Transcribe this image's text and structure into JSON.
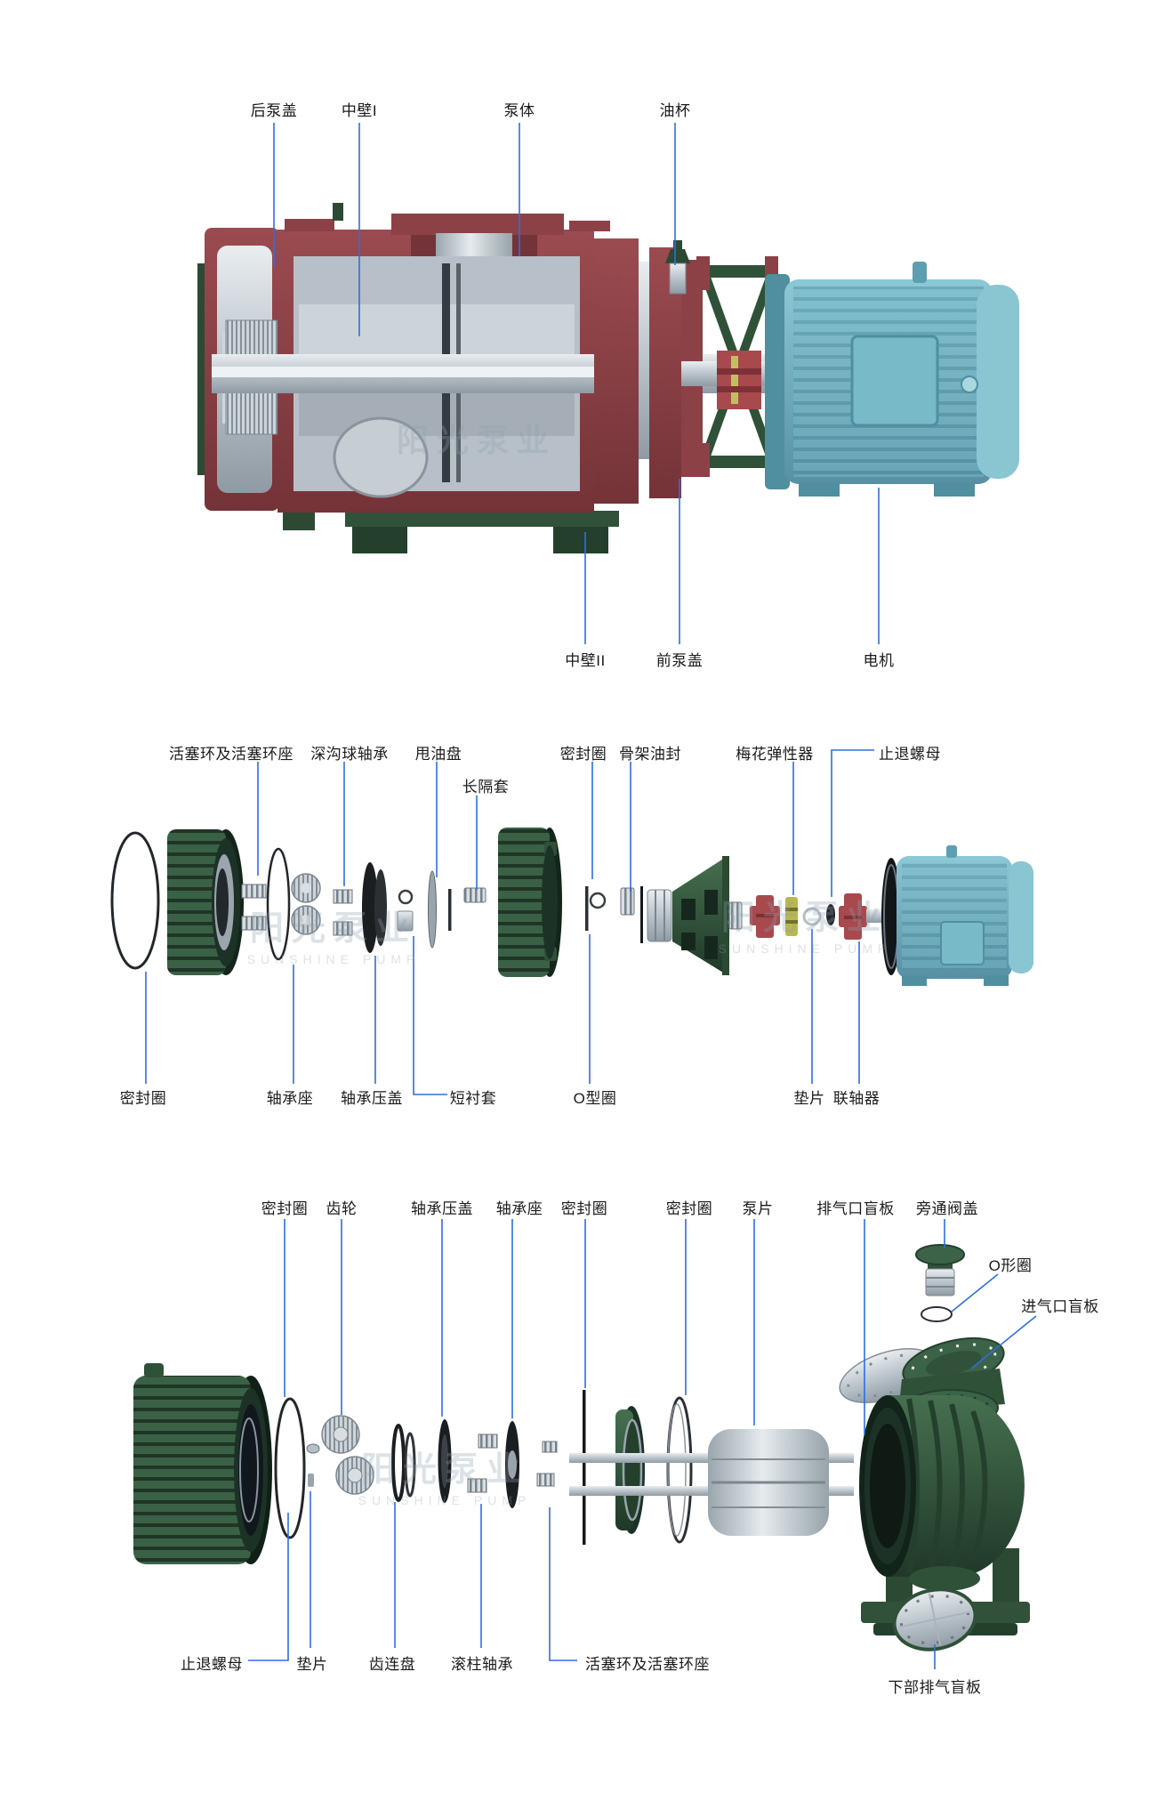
{
  "watermark": {
    "line1": "阳光泵业",
    "line2": "SUNSHINE PUMP"
  },
  "colors": {
    "leader_line": "#2e6ee0",
    "label_text": "#1b1b1b",
    "body_maroon": "#8c4146",
    "machine_green": "#31513a",
    "motor_teal": "#6fb3c3",
    "silver": "#c2cad1",
    "coupling_red": "#a8494e",
    "spider_yellow": "#b9b84d"
  },
  "sections": {
    "assembly": {
      "labels": {
        "rear_pump_cover": "后泵盖",
        "mid_wall_1": "中壁I",
        "pump_body": "泵体",
        "oil_cup": "油杯",
        "mid_wall_2": "中壁II",
        "front_pump_cover": "前泵盖",
        "motor": "电机"
      }
    },
    "exploded_drive": {
      "labels": {
        "piston_rings": "活塞环及活塞环座",
        "ball_bearing": "深沟球轴承",
        "oil_slinger": "甩油盘",
        "long_spacer": "长隔套",
        "seal_ring_top": "密封圈",
        "skeleton_oil_seal": "骨架油封",
        "plum_elastic": "梅花弹性器",
        "lock_nut": "止退螺母",
        "seal_ring_bottom": "密封圈",
        "bearing_seat": "轴承座",
        "bearing_cap": "轴承压盖",
        "short_bushing": "短衬套",
        "o_ring": "O型圈",
        "shim": "垫片",
        "coupling": "联轴器"
      }
    },
    "exploded_pump": {
      "labels": {
        "seal_ring_1": "密封圈",
        "gear": "齿轮",
        "bearing_cap": "轴承压盖",
        "bearing_seat": "轴承座",
        "seal_ring_2": "密封圈",
        "seal_ring_3": "密封圈",
        "pump_vane": "泵片",
        "exhaust_blind_plate": "排气口盲板",
        "bypass_valve_cover": "旁通阀盖",
        "o_ring": "O形圈",
        "inlet_blind_plate": "进气口盲板",
        "lock_nut": "止退螺母",
        "shim": "垫片",
        "gear_coupling_disc": "齿连盘",
        "roller_bearing": "滚柱轴承",
        "piston_rings": "活塞环及活塞环座",
        "lower_exhaust_blind_plate": "下部排气盲板"
      }
    }
  }
}
